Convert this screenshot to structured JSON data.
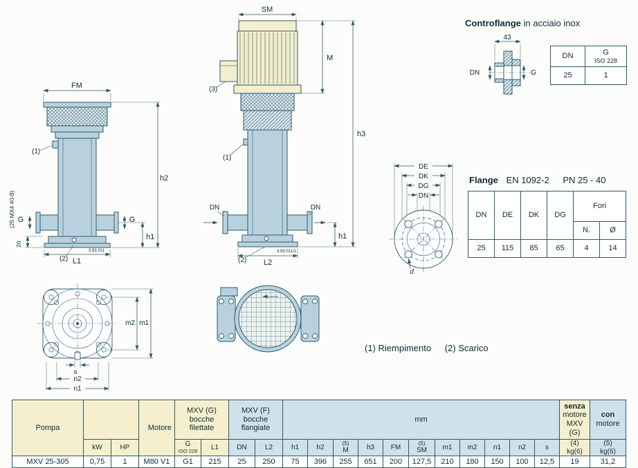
{
  "colors": {
    "line": "#2b5a6a",
    "pump_body_fill": "#b9d1df",
    "motor_fill": "#f3eecb",
    "table_cream": "#f5efcd",
    "table_blue": "#cfe1ea"
  },
  "controflange": {
    "title_bold": "Controflange",
    "title_rest": "in acciaio inox",
    "dim_width": "43",
    "label_dn": "DN",
    "label_g": "G",
    "table": {
      "h_dn": "DN",
      "h_g": "G",
      "h_g_sub": "ISO 228",
      "v_dn": "25",
      "v_g": "1"
    }
  },
  "flange": {
    "title_bold": "Flange",
    "title_standard": "EN 1092-2",
    "title_pn": "PN 25 - 40",
    "face_labels": {
      "de": "DE",
      "dk": "DK",
      "dg": "DG",
      "dn": "DN",
      "d": "d"
    },
    "table": {
      "fori": "Fori",
      "headers": [
        "DN",
        "DE",
        "DK",
        "DG",
        "N.",
        "Ø"
      ],
      "values": [
        "25",
        "115",
        "85",
        "65",
        "4",
        "14"
      ]
    }
  },
  "notes": {
    "n1": "(1) Riempimento",
    "n2": "(2) Scarico"
  },
  "drawing_left": {
    "fm": "FM",
    "h2": "h2",
    "h1": "h1",
    "g_left": "G",
    "g_right": "G",
    "l1": "L1",
    "p1": "(1)",
    "p2": "(2)",
    "dim20": "20",
    "shaft_note": "(25 MX4 40-8)",
    "code": "3.93.011"
  },
  "drawing_mid": {
    "sm": "SM",
    "m": "M",
    "h3": "h3",
    "h1": "h1",
    "dn_left": "DN",
    "dn_right": "DN",
    "l2": "L2",
    "p1": "(1)",
    "p2": "(2)",
    "p3": "(3)",
    "code": "3.93.011/1"
  },
  "drawing_top": {
    "m1": "m1",
    "m2": "m2",
    "s": "s",
    "n1": "n1",
    "n2": "n2"
  },
  "main_table": {
    "h_pompa": "Pompa",
    "h_kw": "kW",
    "h_hp": "HP",
    "h_motore": "Motore",
    "h_mxv_g": [
      "MXV (G)",
      "bocche",
      "filettate"
    ],
    "h_mxv_f": [
      "MXV (F)",
      "bocche",
      "flangiate"
    ],
    "h_mm": "mm",
    "h_g_iso": [
      "G",
      "ISO 228"
    ],
    "h_l1": "L1",
    "h_dn": "DN",
    "h_l2": "L2",
    "sup5": "(5)",
    "mm_cols": [
      "h1",
      "h2",
      "M",
      "h3",
      "FM",
      "SM",
      "m1",
      "m2",
      "n1",
      "n2",
      "s"
    ],
    "h_senza": [
      "senza",
      "motore",
      "MXV (G)"
    ],
    "h_senza_sub": [
      "(4)",
      "kg(6)"
    ],
    "h_con": [
      "con",
      "motore"
    ],
    "h_con_sub": [
      "(5)",
      "kg(6)"
    ],
    "row": {
      "pompa": "MXV 25-305",
      "kw": "0,75",
      "hp": "1",
      "motore": "M80 V1",
      "g": "G1",
      "l1": "215",
      "dn": "25",
      "l2": "250",
      "h1": "75",
      "h2": "396",
      "m": "255",
      "h3": "651",
      "fm": "200",
      "sm": "127,5",
      "m1": "210",
      "m2": "180",
      "n1": "150",
      "n2": "100",
      "s": "12,5",
      "senza_kg": "19",
      "con_kg": "31,2"
    }
  }
}
